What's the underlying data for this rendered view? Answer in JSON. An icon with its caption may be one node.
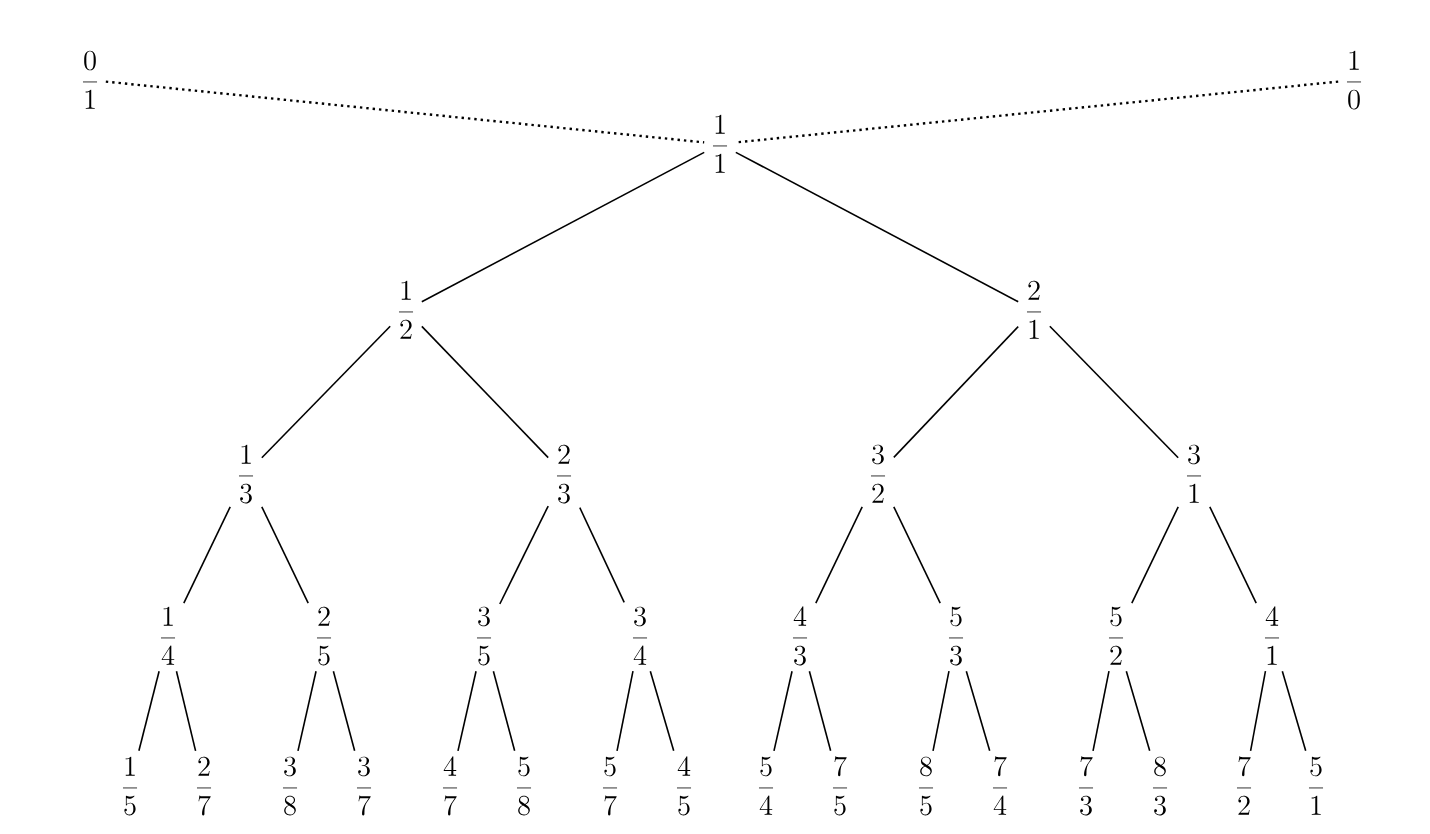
{
  "diagram": {
    "nodes": [
      {
        "text": [
          "\\frac{0}{1}"
        ]
      },
      {
        "text": [
          "\\frac{1}{0}"
        ]
      },
      {
        "text": [
          "\\frac{1}{1}"
        ]
      },
      {
        "text": [
          "\\frac{1}{2}"
        ]
      },
      {
        "text": [
          "\\frac{2}{1}"
        ]
      },
      {
        "text": [
          "\\frac{1}{3}"
        ]
      },
      {
        "text": [
          "\\frac{2}{3}"
        ]
      },
      {
        "text": [
          "\\frac{3}{2}"
        ]
      },
      {
        "text": [
          "\\frac{3}{1}"
        ]
      },
      {
        "text": [
          "\\frac{1}{4}"
        ]
      },
      {
        "text": [
          "\\frac{2}{5}"
        ]
      },
      {
        "text": [
          "\\frac{3}{5}"
        ]
      },
      {
        "text": [
          "\\frac{3}{4}"
        ]
      },
      {
        "text": [
          "\\frac{4}{3}"
        ]
      },
      {
        "text": [
          "\\frac{5}{3}"
        ]
      },
      {
        "text": [
          "\\frac{5}{2}"
        ]
      },
      {
        "text": [
          "\\frac{4}{1}"
        ]
      },
      {
        "text": [
          "\\frac{1}{5}"
        ]
      },
      {
        "text": [
          "\\frac{2}{7}"
        ]
      },
      {
        "text": [
          "\\frac{3}{8}"
        ]
      },
      {
        "text": [
          "\\frac{3}{7}"
        ]
      },
      {
        "text": [
          "\\frac{4}{7}"
        ]
      },
      {
        "text": [
          "\\frac{5}{8}"
        ]
      },
      {
        "text": [
          "\\frac{5}{7}"
        ]
      },
      {
        "text": [
          "\\frac{4}{5}"
        ]
      },
      {
        "text": [
          "\\frac{5}{4}"
        ]
      },
      {
        "text": [
          "\\frac{7}{5}"
        ]
      },
      {
        "text": [
          "\\frac{8}{5}"
        ]
      },
      {
        "text": [
          "\\frac{7}{4}"
        ]
      },
      {
        "text": [
          "\\frac{7}{3}"
        ]
      },
      {
        "text": [
          "\\frac{8}{3}"
        ]
      },
      {
        "text": [
          "\\frac{7}{2}"
        ]
      },
      {
        "text": [
          "\\frac{5}{1}"
        ]
      }
    ],
    "edges": [
      {
        "from": 0,
        "to": 2,
        "arrow": "none",
        "style": "dashed"
      },
      {
        "from": 1,
        "to": 2,
        "arrow": "none",
        "style": "dashed"
      },
      {
        "from": 2,
        "to": 3,
        "arrow": "none"
      },
      {
        "from": 2,
        "to": 4,
        "arrow": "none"
      },
      {
        "from": 3,
        "to": 5,
        "arrow": "none"
      },
      {
        "from": 3,
        "to": 6,
        "arrow": "none"
      },
      {
        "from": 4,
        "to": 7,
        "arrow": "none"
      },
      {
        "from": 4,
        "to": 8,
        "arrow": "none"
      },
      {
        "from": 5,
        "to": 9,
        "arrow": "none"
      },
      {
        "from": 5,
        "to": 10,
        "arrow": "none"
      },
      {
        "from": 6,
        "to": 11,
        "arrow": "none"
      },
      {
        "from": 6,
        "to": 12,
        "arrow": "none"
      },
      {
        "from": 7,
        "to": 13,
        "arrow": "none"
      },
      {
        "from": 7,
        "to": 14,
        "arrow": "none"
      },
      {
        "from": 8,
        "to": 15,
        "arrow": "none"
      },
      {
        "from": 8,
        "to": 16,
        "arrow": "none"
      },
      {
        "from": 9,
        "to": 17,
        "arrow": "none"
      },
      {
        "from": 9,
        "to": 18,
        "arrow": "none"
      },
      {
        "from": 10,
        "to": 19,
        "arrow": "none"
      },
      {
        "from": 10,
        "to": 20,
        "arrow": "none"
      },
      {
        "from": 11,
        "to": 21,
        "arrow": "none"
      },
      {
        "from": 11,
        "to": 22,
        "arrow": "none"
      },
      {
        "from": 12,
        "to": 23,
        "arrow": "none"
      },
      {
        "from": 12,
        "to": 24,
        "arrow": "none"
      },
      {
        "from": 13,
        "to": 25,
        "arrow": "none"
      },
      {
        "from": 13,
        "to": 26,
        "arrow": "none"
      },
      {
        "from": 14,
        "to": 27,
        "arrow": "none"
      },
      {
        "from": 14,
        "to": 28,
        "arrow": "none"
      },
      {
        "from": 15,
        "to": 29,
        "arrow": "none"
      },
      {
        "from": 15,
        "to": 30,
        "arrow": "none"
      },
      {
        "from": 16,
        "to": 31,
        "arrow": "none"
      },
      {
        "from": 16,
        "to": 32,
        "arrow": "none"
      }
    ]
  }
}
